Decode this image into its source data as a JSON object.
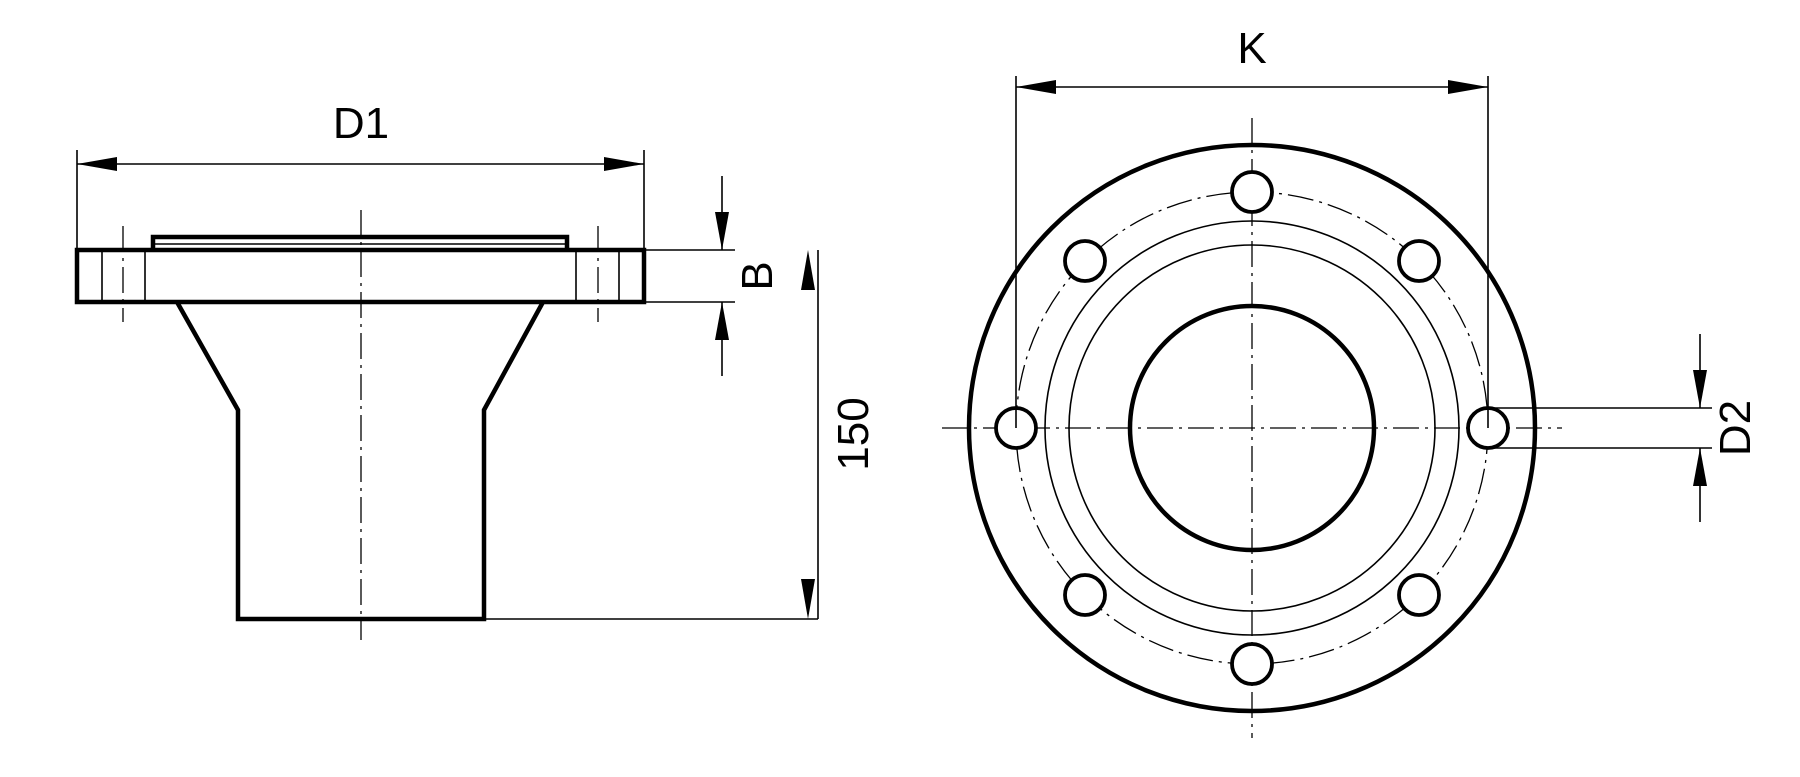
{
  "dimensions": {
    "d1": "D1",
    "b": "B",
    "height": "150",
    "k": "K",
    "d2": "D2"
  },
  "colors": {
    "line": "#000000",
    "background": "#ffffff"
  }
}
